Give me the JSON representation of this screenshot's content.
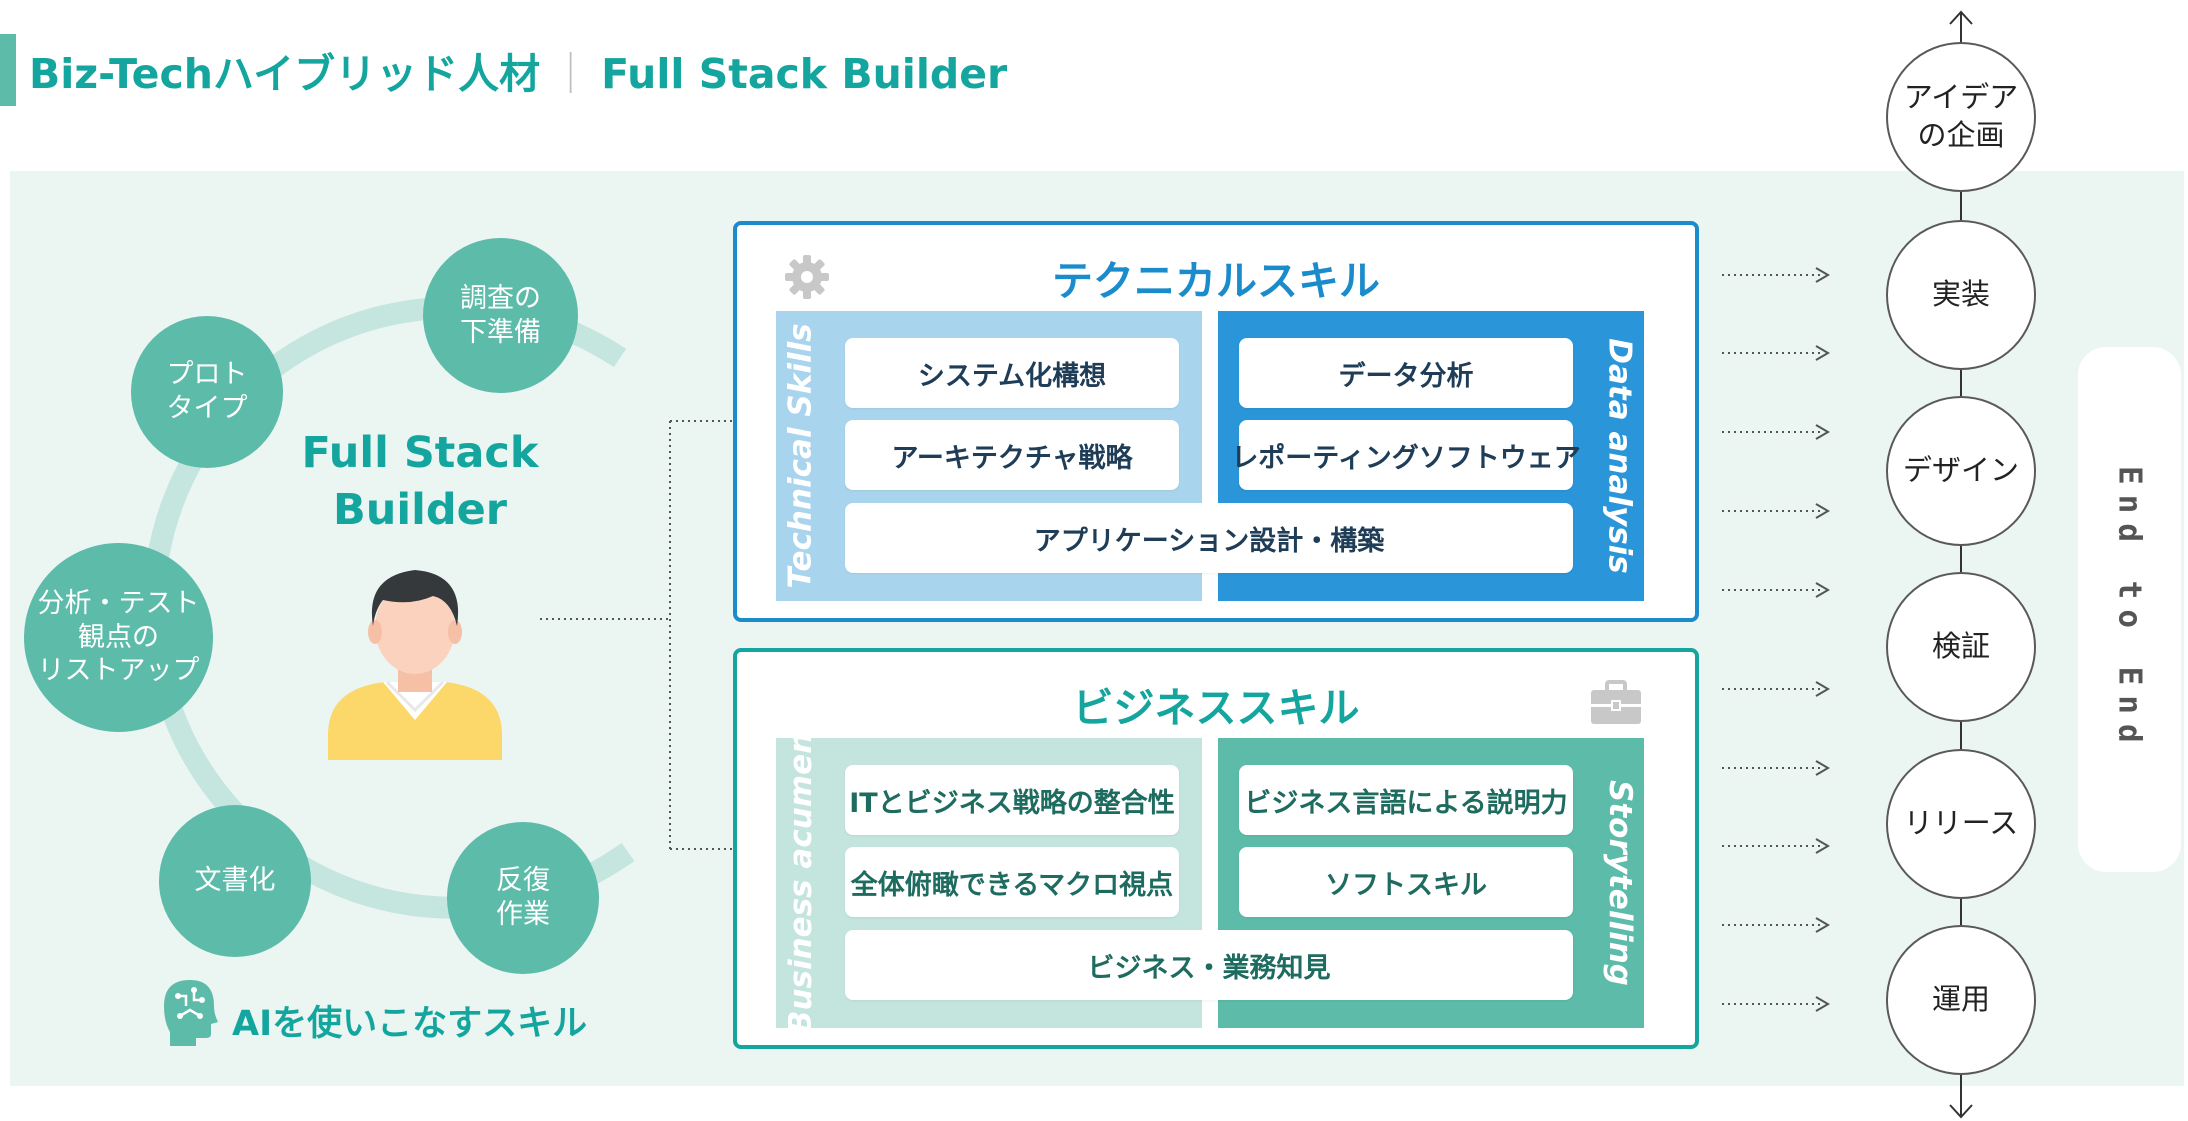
{
  "colors": {
    "teal": "#14a69e",
    "mint": "#5dbba9",
    "panel_bg": "#ebf5f2",
    "tech_blue": "#1a8ccc",
    "tech_light": "#a8d4ee",
    "tech_dark": "#2a95d8",
    "biz_light": "#c3e5de",
    "biz_dark": "#5dbba9"
  },
  "header": {
    "title_left": "Biz-Techハイブリッド人材",
    "title_right": "Full Stack Builder"
  },
  "cycle": {
    "center_title": "Full Stack\nBuilder",
    "items": [
      {
        "label": "調査の\n下準備"
      },
      {
        "label": "プロト\nタイプ"
      },
      {
        "label": "分析・テスト\n観点の\nリストアップ"
      },
      {
        "label": "文書化"
      },
      {
        "label": "反復\n作業"
      }
    ],
    "ai_label": "AIを使いこなすスキル",
    "ai_icon": "brain-head-icon",
    "person_icon": "person-avatar"
  },
  "technical": {
    "title": "テクニカルスキル",
    "icon": "gear-icon",
    "left_label": "Technical Skills",
    "right_label": "Data analysis",
    "left_skills": [
      "システム化構想",
      "アーキテクチャ戦略"
    ],
    "right_skills": [
      "データ分析",
      "レポーティングソフトウェア"
    ],
    "shared_skill": "アプリケーション設計・構築"
  },
  "business": {
    "title": "ビジネススキル",
    "icon": "briefcase-icon",
    "left_label": "Business acumen",
    "right_label": "Storytelling",
    "left_skills": [
      "ITとビジネス戦略の整合性",
      "全体俯瞰できるマクロ視点"
    ],
    "right_skills": [
      "ビジネス言語による説明力",
      "ソフトスキル"
    ],
    "shared_skill": "ビジネス・業務知見"
  },
  "flow": {
    "stages": [
      {
        "label": "アイデア\nの企画"
      },
      {
        "label": "実装"
      },
      {
        "label": "デザイン"
      },
      {
        "label": "検証"
      },
      {
        "label": "リリース"
      },
      {
        "label": "運用"
      }
    ],
    "end_to_end": "End to End"
  }
}
